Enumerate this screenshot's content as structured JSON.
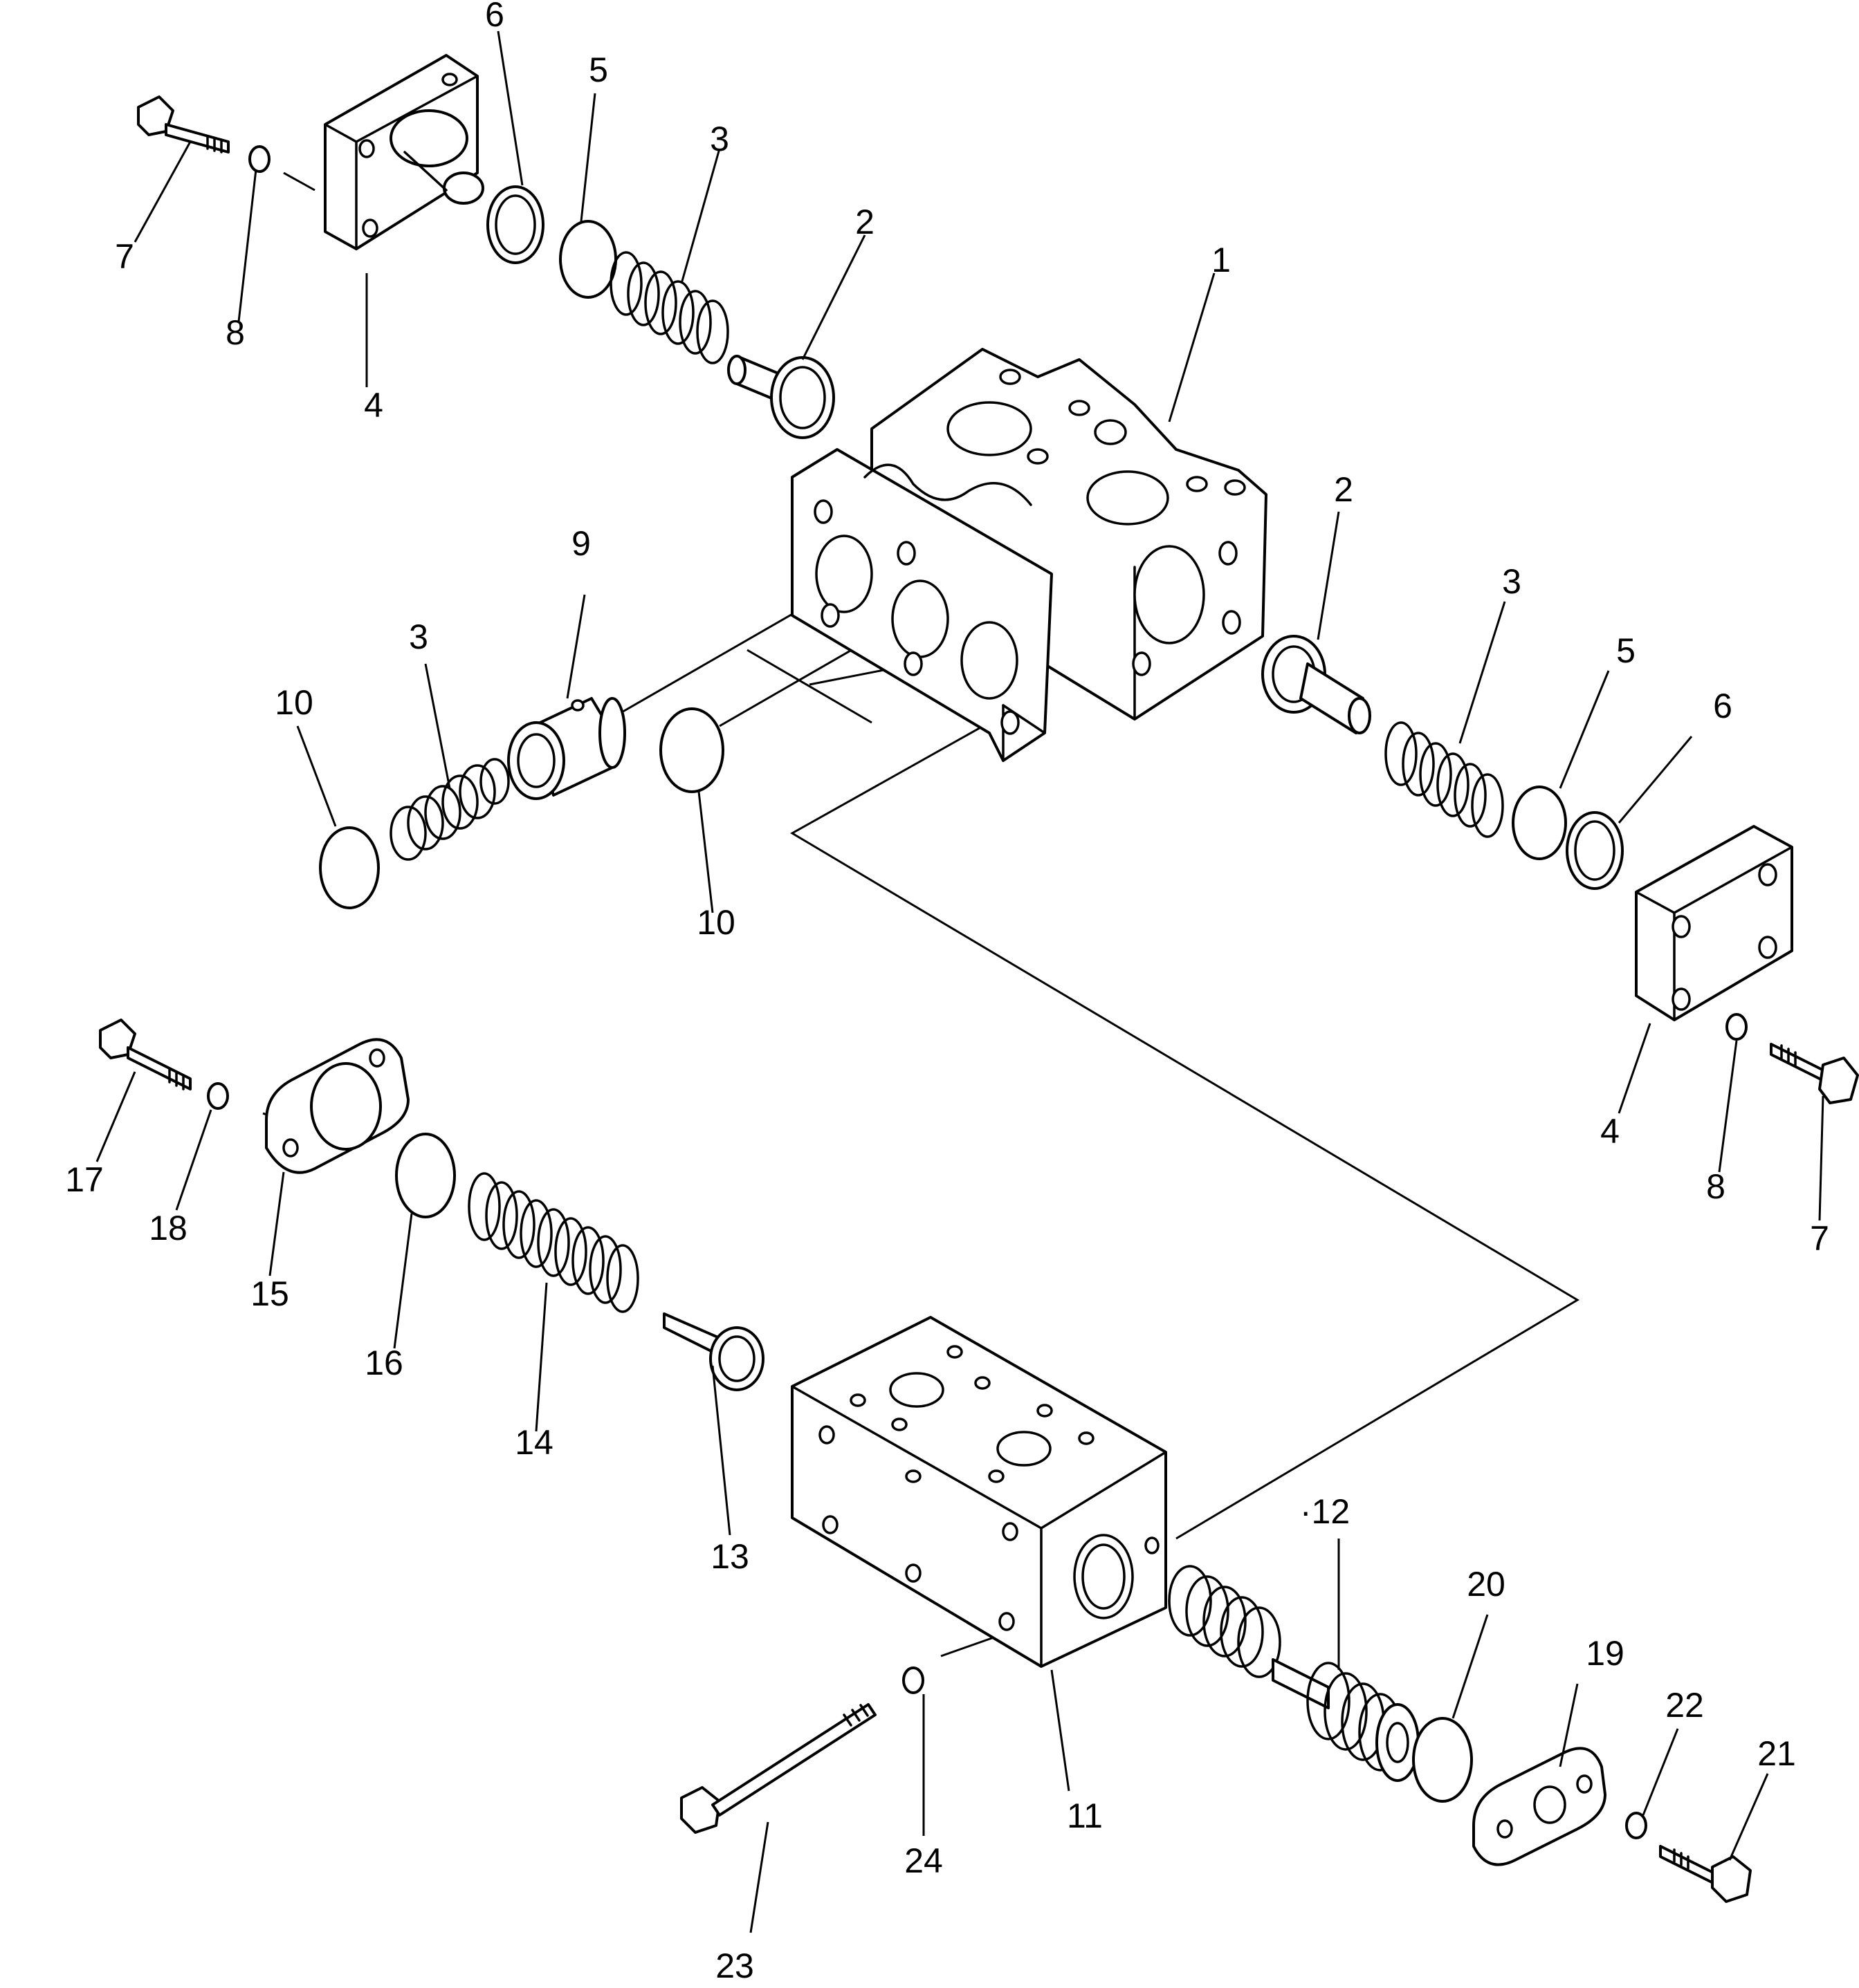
{
  "callouts": {
    "c1": "1",
    "c2a": "2",
    "c2b": "2",
    "c3a": "3",
    "c3b": "3",
    "c3c": "3",
    "c4a": "4",
    "c4b": "4",
    "c5a": "5",
    "c5b": "5",
    "c6a": "6",
    "c6b": "6",
    "c7a": "7",
    "c7b": "7",
    "c8a": "8",
    "c8b": "8",
    "c9": "9",
    "c10a": "10",
    "c10b": "10",
    "c11": "11",
    "c12": "·12",
    "c13": "13",
    "c14": "14",
    "c15": "15",
    "c16": "16",
    "c17": "17",
    "c18": "18",
    "c19": "19",
    "c20": "20",
    "c21": "21",
    "c22": "22",
    "c23": "23",
    "c24": "24"
  }
}
